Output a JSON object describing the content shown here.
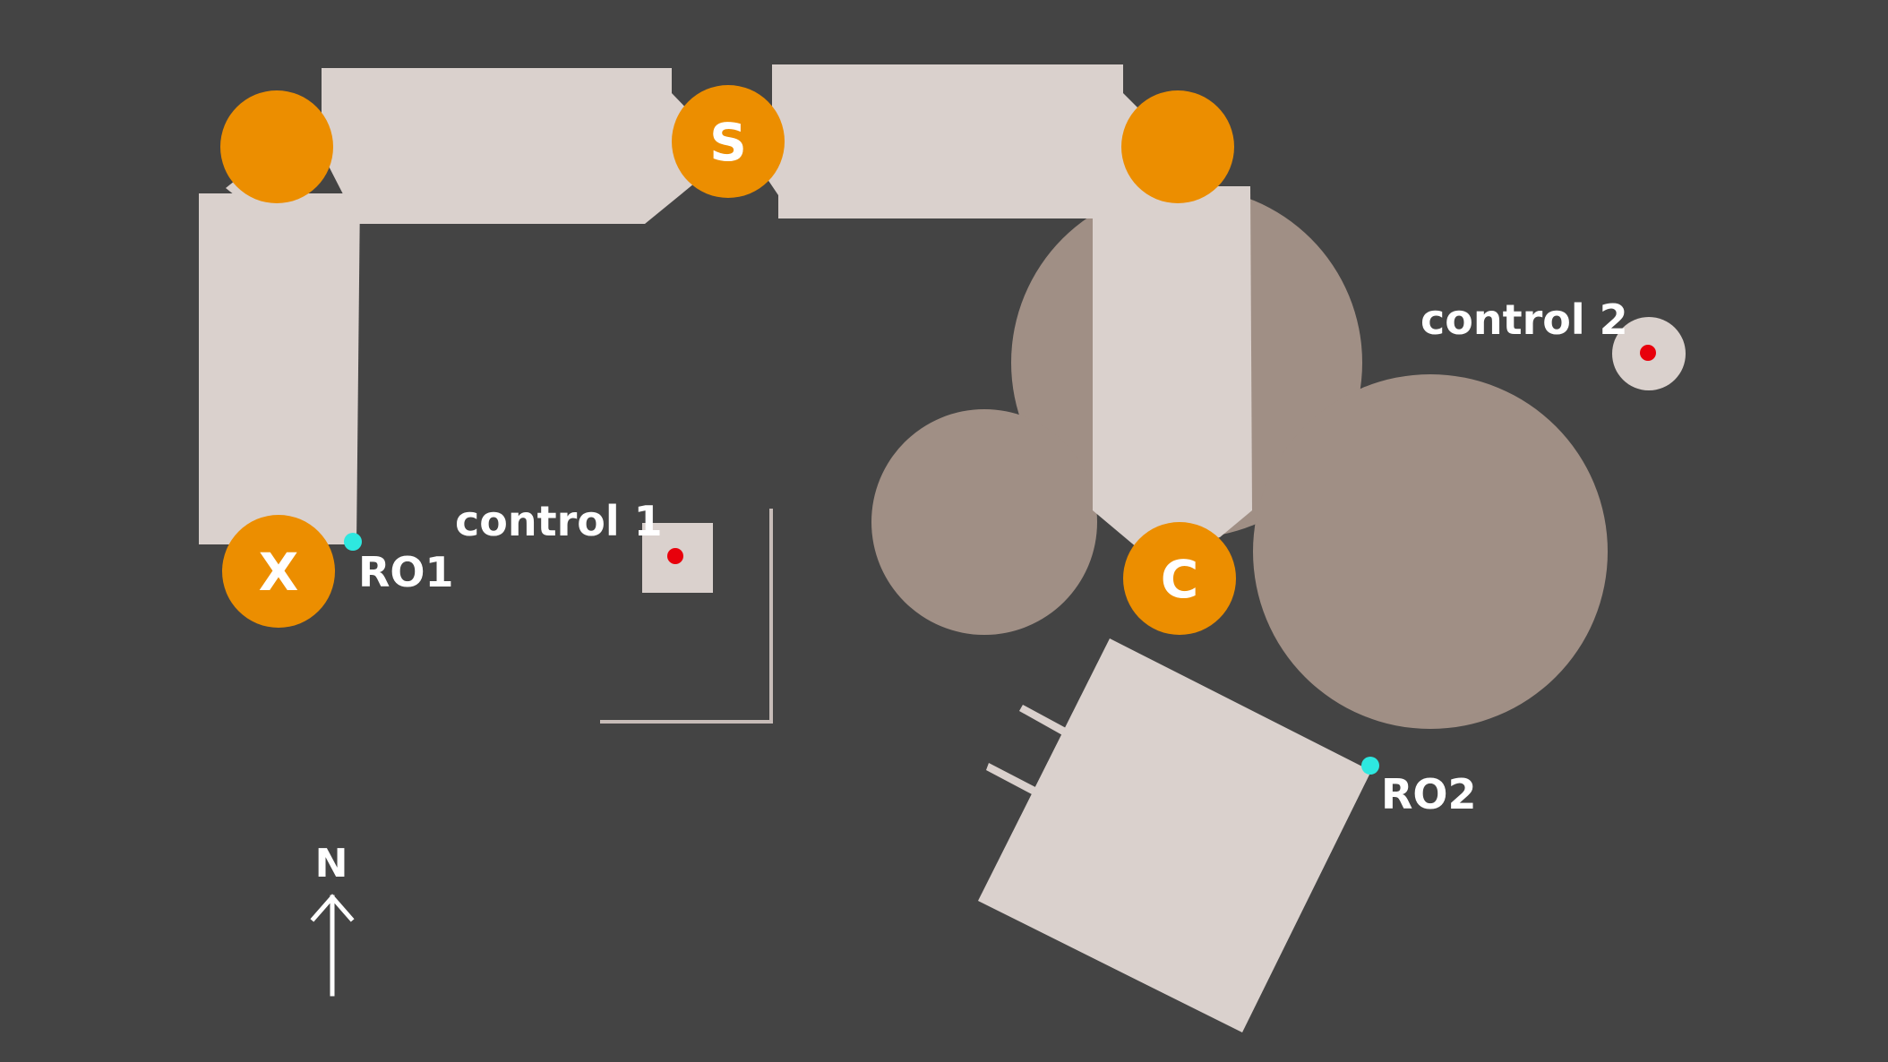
{
  "colors": {
    "background": "#444444",
    "structure": "#dad1cd",
    "canopy": "#a08f85",
    "node": "#ec8e00",
    "control_marker": "#e8000b",
    "reference_point": "#2ee8e0",
    "text": "#ffffff"
  },
  "nodes": {
    "x": "X",
    "s": "S",
    "c": "C"
  },
  "controls": {
    "control_1": "control 1",
    "control_2": "control 2"
  },
  "reference_points": {
    "ro1": "RO1",
    "ro2": "RO2"
  },
  "north_arrow": {
    "label": "N",
    "icon": "arrow-up-icon"
  }
}
